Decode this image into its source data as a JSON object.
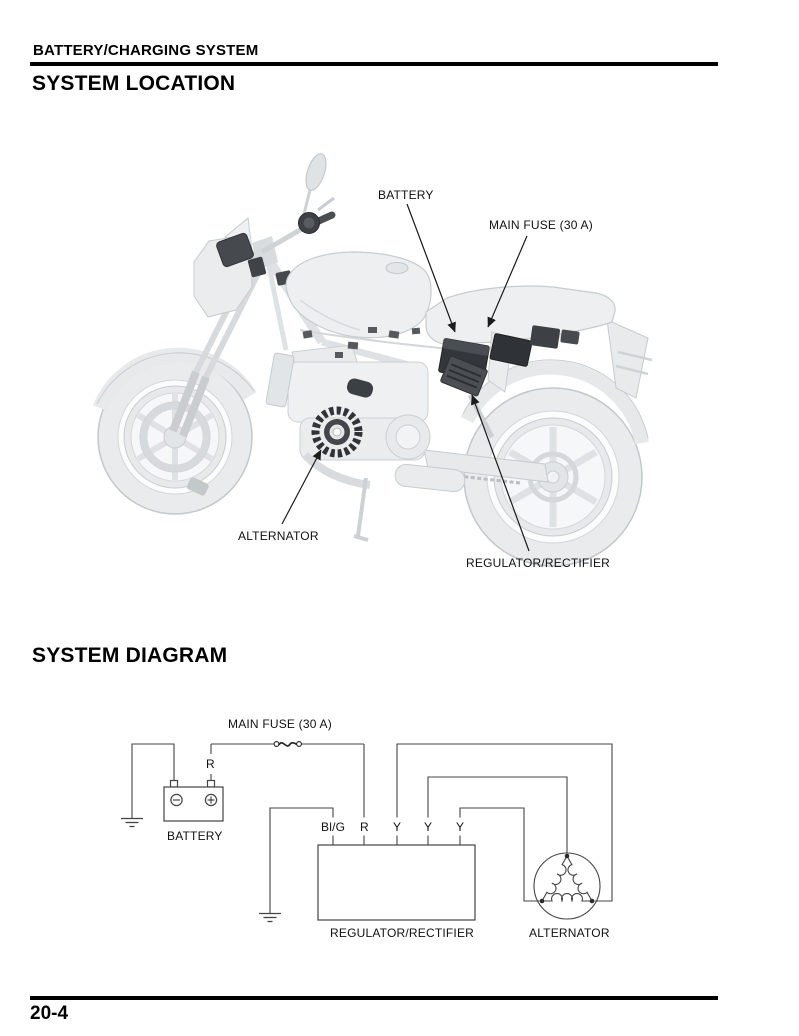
{
  "page": {
    "header": "BATTERY/CHARGING SYSTEM",
    "page_number": "20-4"
  },
  "location": {
    "title": "SYSTEM LOCATION",
    "callouts": {
      "battery": "BATTERY",
      "main_fuse": "MAIN FUSE (30 A)",
      "alternator": "ALTERNATOR",
      "regulator_rectifier": "REGULATOR/RECTIFIER"
    }
  },
  "diagram": {
    "title": "SYSTEM DIAGRAM",
    "fuse_label": "MAIN FUSE (30 A)",
    "battery_label": "BATTERY",
    "battery_wire_label": "R",
    "regulator_label": "REGULATOR/RECTIFIER",
    "alternator_label": "ALTERNATOR",
    "terminals": [
      "Bl/G",
      "R",
      "Y",
      "Y",
      "Y"
    ]
  },
  "colors": {
    "line_art": "#c7ccce",
    "fill_light": "#edeff0",
    "component_dark": "#33363a",
    "wire": "#444444",
    "text": "#111111"
  }
}
